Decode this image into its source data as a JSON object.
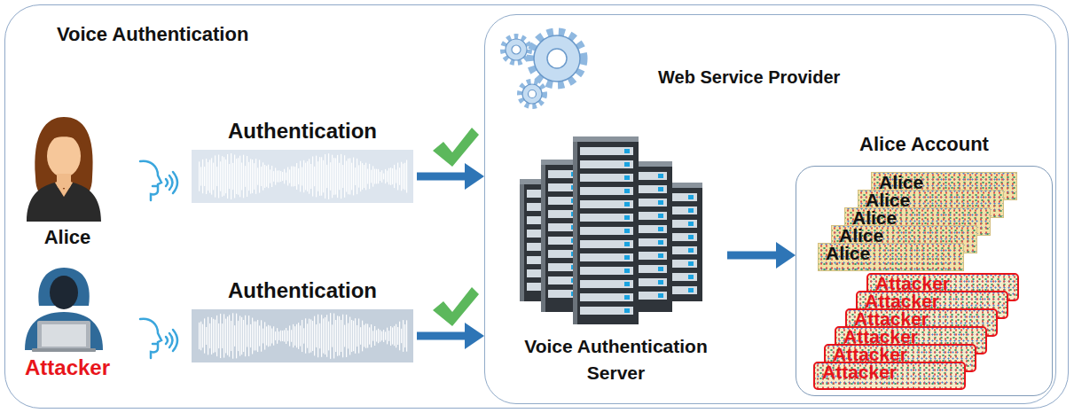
{
  "diagram": {
    "nodes": [
      {
        "text": [
          "Voice Authentication"
        ]
      },
      {
        "text": [
          "Alice"
        ],
        "in": 0
      },
      {
        "text": [
          "Authentication"
        ],
        "in": 0
      },
      {
        "text": [
          "Attacker"
        ],
        "in": 0
      },
      {
        "text": [
          "Authentication"
        ],
        "in": 0
      },
      {
        "text": [
          "Web Service Provider"
        ],
        "in": 0
      },
      {
        "text": [
          "Voice Authentication Server"
        ],
        "in": 5
      },
      {
        "text": [
          "Alice Account"
        ],
        "in": 5
      },
      {
        "text": [
          "Alice"
        ],
        "in": 7
      },
      {
        "text": [
          "Alice"
        ],
        "in": 7
      },
      {
        "text": [
          "Alice"
        ],
        "in": 7
      },
      {
        "text": [
          "Alice"
        ],
        "in": 7
      },
      {
        "text": [
          "Alice"
        ],
        "in": 7
      },
      {
        "text": [
          "Attacker"
        ],
        "in": 7
      },
      {
        "text": [
          "Attacker"
        ],
        "in": 7
      },
      {
        "text": [
          "Attacker"
        ],
        "in": 7
      },
      {
        "text": [
          "Attacker"
        ],
        "in": 7
      },
      {
        "text": [
          "Attacker"
        ],
        "in": 7
      },
      {
        "text": [
          "Attacker"
        ],
        "in": 7
      }
    ],
    "edges": [
      {
        "from": 2,
        "to": 5,
        "arrow": "to"
      },
      {
        "from": 4,
        "to": 5,
        "arrow": "to"
      },
      {
        "from": 6,
        "to": 7,
        "arrow": "to"
      }
    ]
  }
}
